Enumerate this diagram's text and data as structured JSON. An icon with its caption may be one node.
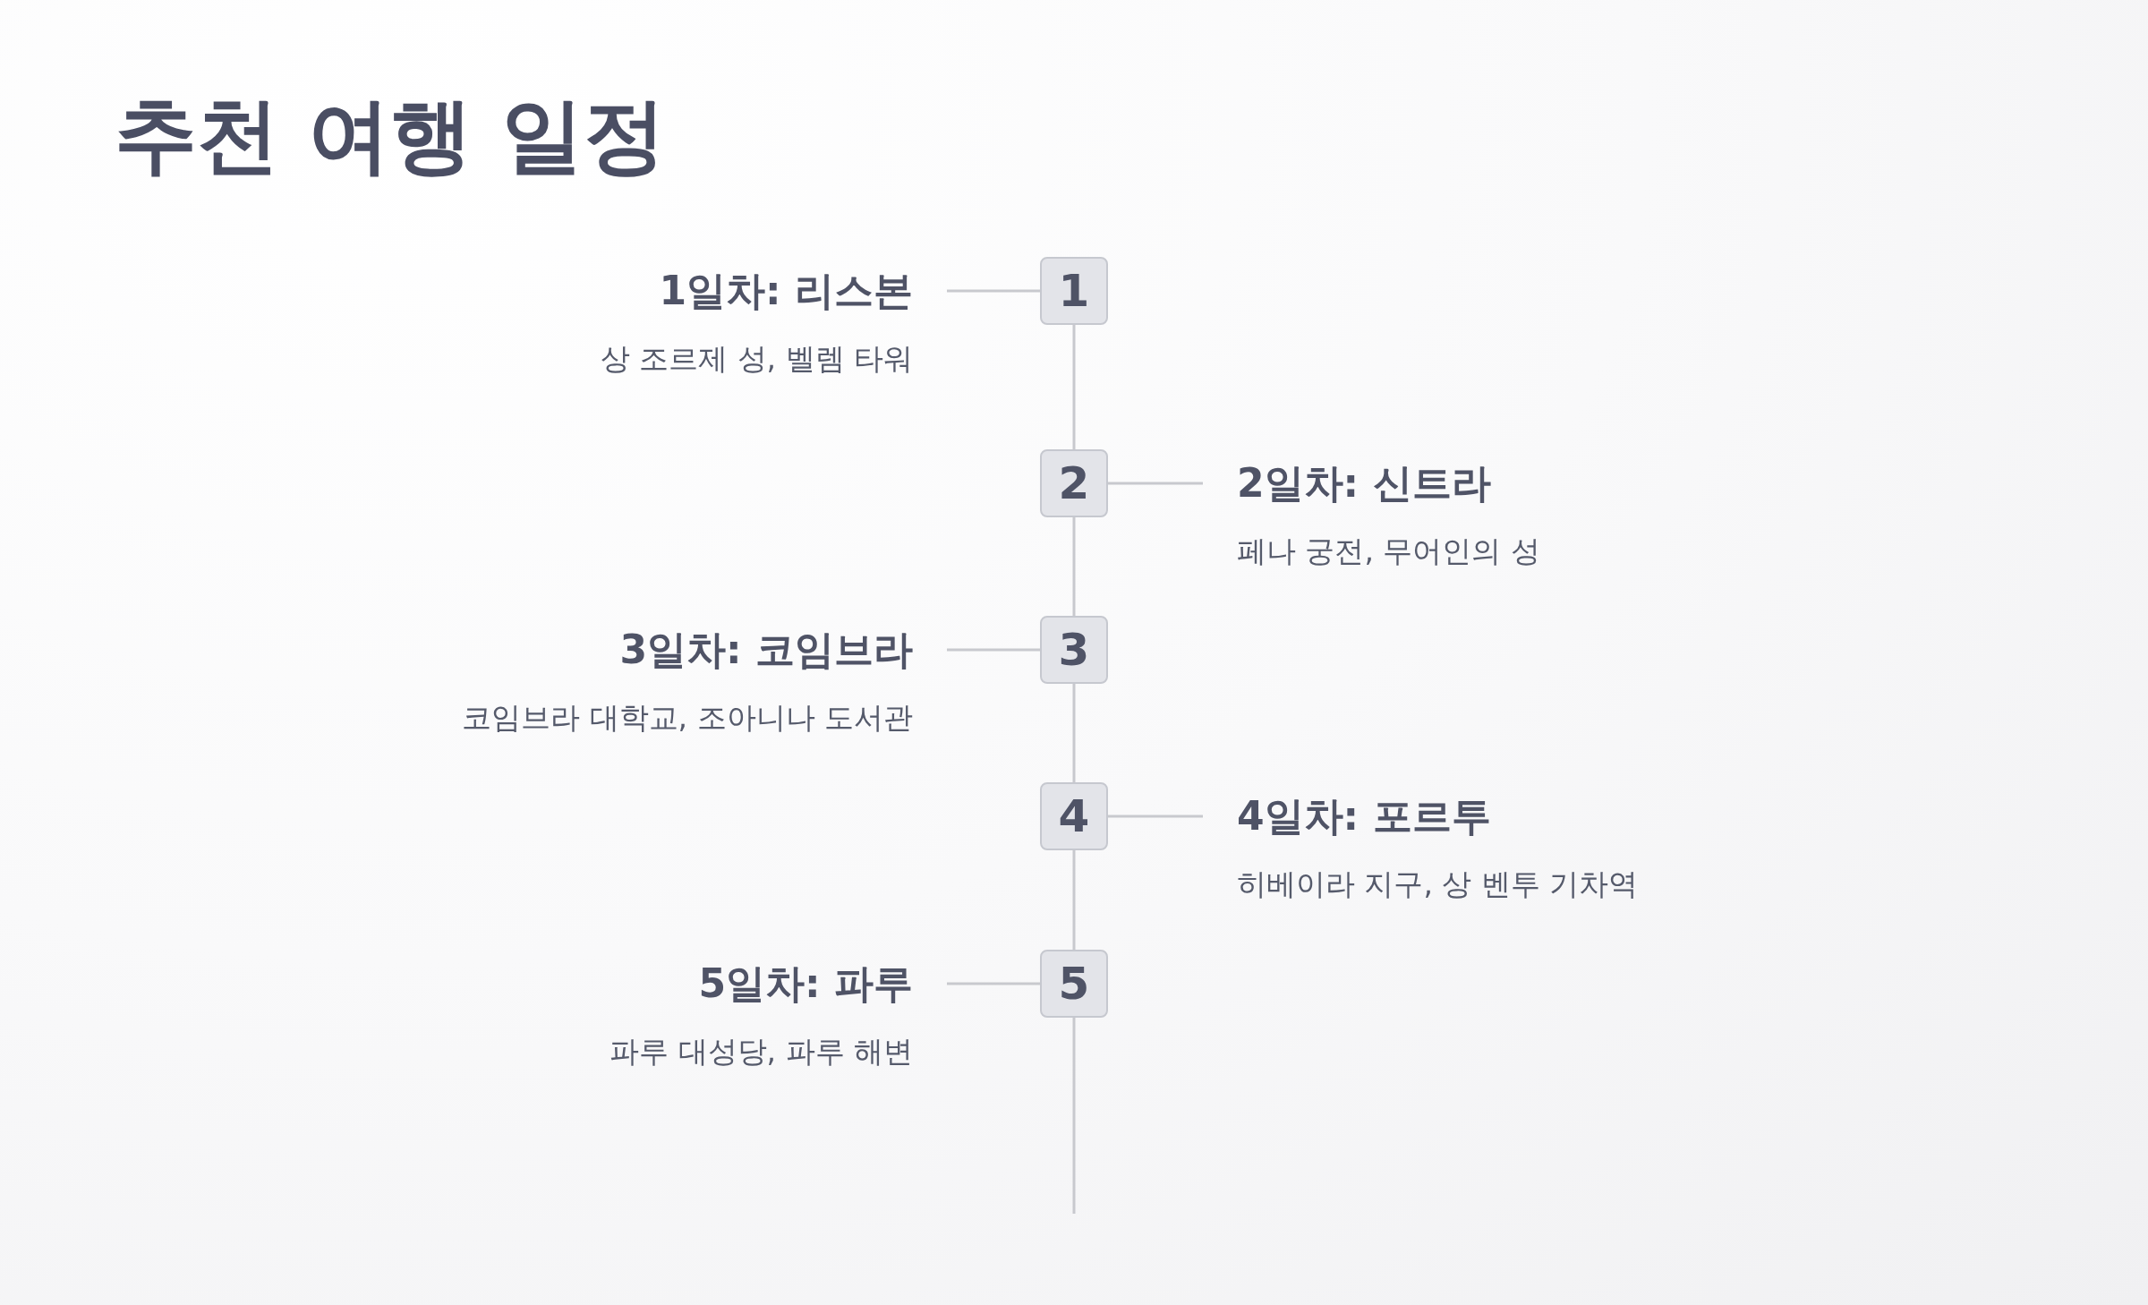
{
  "diagram": {
    "title": "추천 여행 일정",
    "nodes": [
      {
        "text": [
          "1일차: 리스본",
          "상 조르제 성, 벨렘 타워"
        ]
      },
      {
        "text": [
          "1"
        ]
      },
      {
        "text": [
          "2"
        ]
      },
      {
        "text": [
          "2일차: 신트라",
          "페나 궁전, 무어인의 성"
        ]
      },
      {
        "text": [
          "3일차: 코임브라",
          "코임브라 대학교, 조아니나 도서관"
        ]
      },
      {
        "text": [
          "3"
        ]
      },
      {
        "text": [
          "4"
        ]
      },
      {
        "text": [
          "4일차: 포르투",
          "히베이라 지구, 상 벤투 기차역"
        ]
      },
      {
        "text": [
          "5일차: 파루",
          "파루 대성당, 파루 해변"
        ]
      },
      {
        "text": [
          "5"
        ]
      }
    ],
    "edges": [
      {
        "from": 0,
        "to": 1,
        "arrow": "none"
      },
      {
        "from": 1,
        "to": 2,
        "arrow": "none"
      },
      {
        "from": 2,
        "to": 3,
        "arrow": "none"
      },
      {
        "from": 2,
        "to": 5,
        "arrow": "none"
      },
      {
        "from": 4,
        "to": 5,
        "arrow": "none"
      },
      {
        "from": 5,
        "to": 6,
        "arrow": "none"
      },
      {
        "from": 6,
        "to": 7,
        "arrow": "none"
      },
      {
        "from": 6,
        "to": 9,
        "arrow": "none"
      },
      {
        "from": 8,
        "to": 9,
        "arrow": "none"
      },
      {
        "from": 9,
        "to": null,
        "arrow": "none"
      }
    ]
  }
}
